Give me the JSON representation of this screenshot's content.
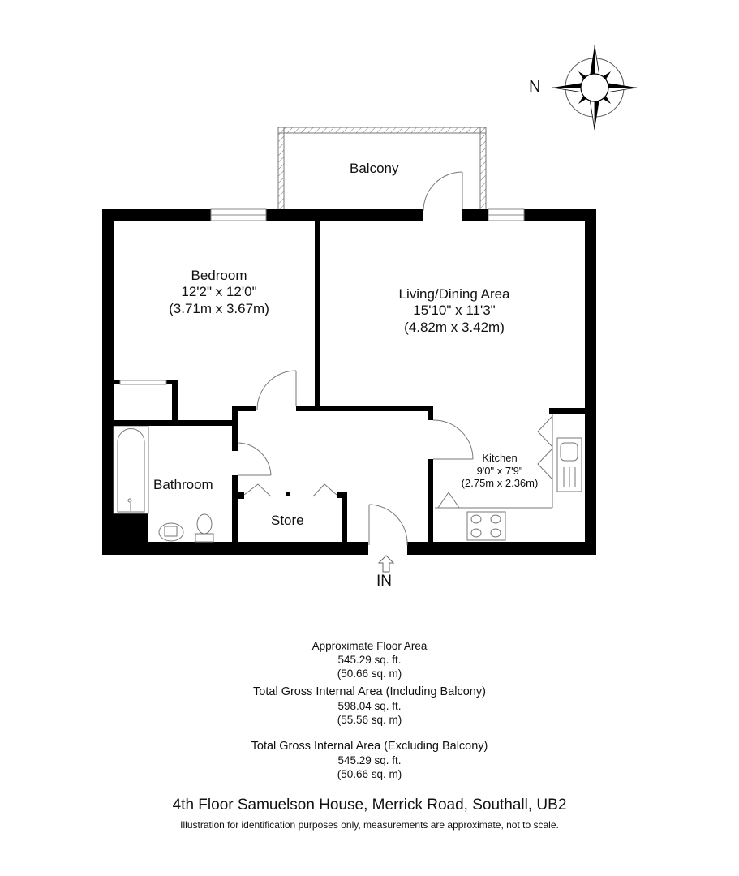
{
  "compass": {
    "north_label": "N",
    "icon": "compass-rose-icon"
  },
  "rooms": {
    "balcony": {
      "name": "Balcony"
    },
    "bedroom": {
      "name": "Bedroom",
      "dim_imperial": "12'2\" x 12'0\"",
      "dim_metric": "(3.71m x 3.67m)"
    },
    "living": {
      "name": "Living/Dining Area",
      "dim_imperial": "15'10\" x 11'3\"",
      "dim_metric": "(4.82m x 3.42m)"
    },
    "kitchen": {
      "name": "Kitchen",
      "dim_imperial": "9'0\" x 7'9\"",
      "dim_metric": "(2.75m x 2.36m)"
    },
    "bathroom": {
      "name": "Bathroom"
    },
    "store": {
      "name": "Store"
    }
  },
  "entrance": {
    "label": "IN",
    "icon": "entrance-arrow-icon"
  },
  "areas": {
    "approx": {
      "title": "Approximate Floor Area",
      "sqft": "545.29 sq. ft.",
      "sqm": "(50.66 sq. m)"
    },
    "incl_balcony": {
      "title": "Total Gross Internal Area (Including Balcony)",
      "sqft": "598.04 sq. ft.",
      "sqm": "(55.56 sq. m)"
    },
    "excl_balcony": {
      "title": "Total Gross Internal Area (Excluding Balcony)",
      "sqft": "545.29 sq. ft.",
      "sqm": "(50.66 sq. m)"
    }
  },
  "address": "4th Floor Samuelson House, Merrick Road, Southall, UB2",
  "disclaimer": "Illustration for identification purposes only, measurements are approximate, not to scale.",
  "colors": {
    "wall": "#000000",
    "fixture_line": "#777777",
    "background": "#ffffff"
  }
}
